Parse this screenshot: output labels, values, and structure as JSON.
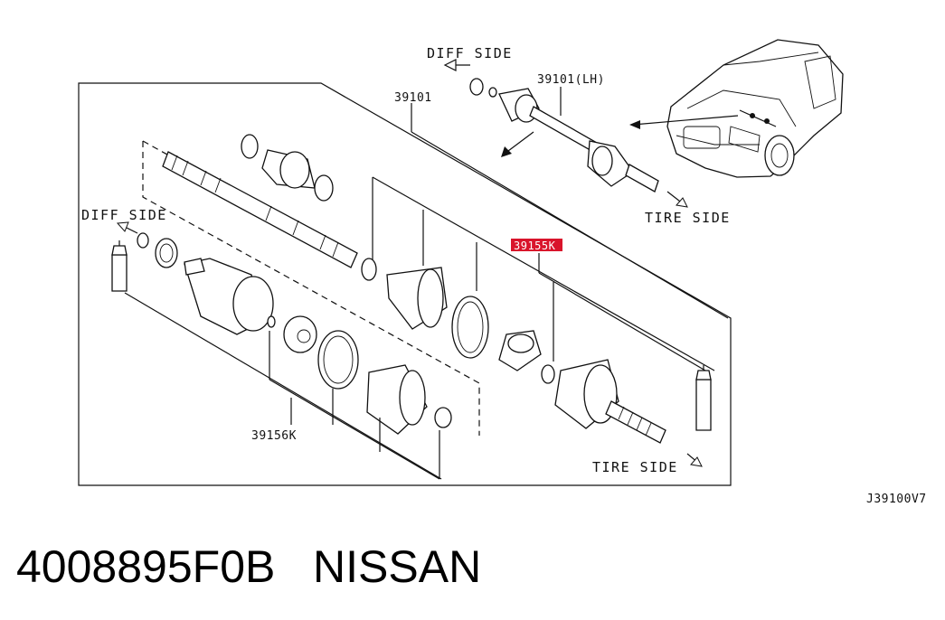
{
  "labels": {
    "diff_side_top": "DIFF SIDE",
    "assembly_lh": "39101(LH)",
    "part_39101": "39101",
    "tire_side_top": "TIRE SIDE",
    "highlight_part": "39155K",
    "diff_side_left": "DIFF SIDE",
    "part_39156k": "39156K",
    "tire_side_bottom": "TIRE SIDE",
    "diagram_code": "J39100V7"
  },
  "footer": {
    "part_number": "4008895F0B",
    "brand": "NISSAN"
  },
  "colors": {
    "highlight": "#d9142b",
    "line": "#111111"
  }
}
